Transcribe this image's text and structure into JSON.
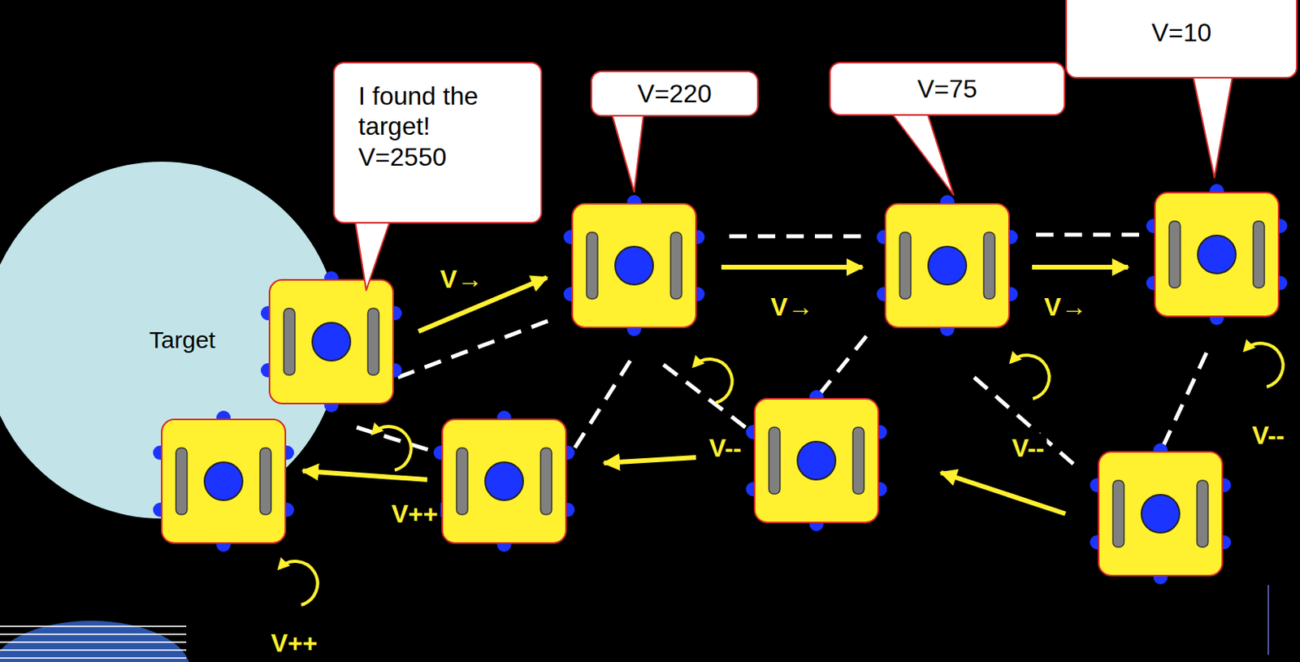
{
  "diagram": {
    "nodes": [
      {
        "text": [
          "Target"
        ]
      },
      {
        "text": [
          "I found the target! V=2550"
        ]
      },
      {
        "text": [
          "V=220"
        ]
      },
      {
        "text": [
          "V=75"
        ]
      },
      {
        "text": [
          "V=10"
        ]
      }
    ],
    "labels": [
      "V→",
      "V→",
      "V→",
      "V--",
      "V--",
      "V--",
      "V++",
      "V++"
    ]
  }
}
